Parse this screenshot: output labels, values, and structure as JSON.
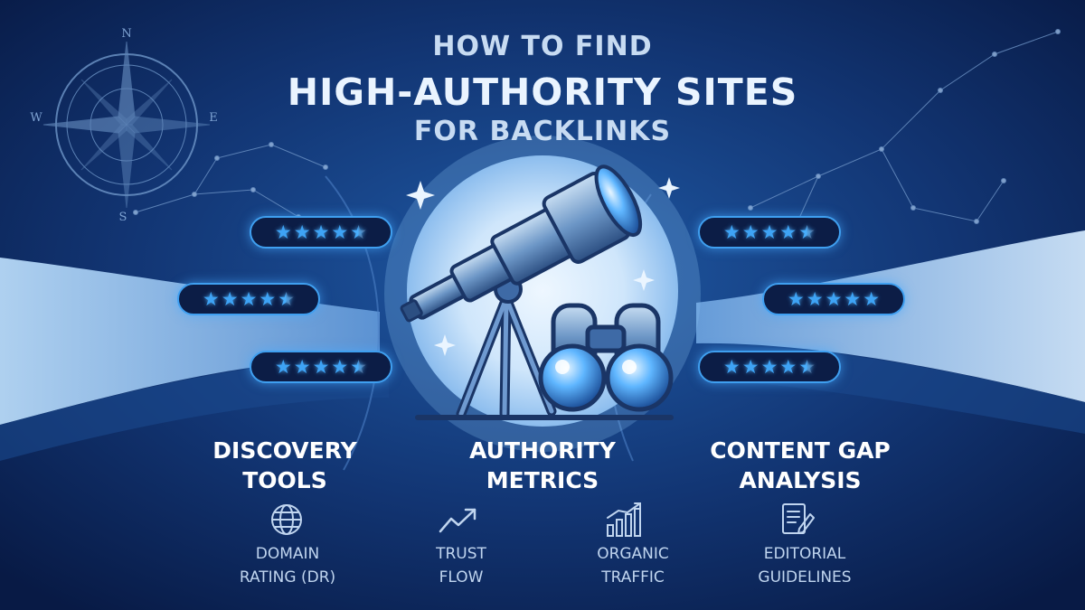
{
  "title": {
    "line1": "How to Find",
    "line2": "High-Authority Sites",
    "line3": "for Backlinks"
  },
  "compass": {
    "north": "N",
    "south": "S",
    "east": "E",
    "west": "W"
  },
  "ratings": {
    "left": [
      4.5,
      4.5,
      4.5
    ],
    "right": [
      4.5,
      5,
      4.5
    ],
    "max": 5
  },
  "categories": [
    {
      "line1": "Discovery",
      "line2": "Tools"
    },
    {
      "line1": "Authority",
      "line2": "Metrics"
    },
    {
      "line1": "Content Gap",
      "line2": "Analysis"
    }
  ],
  "metrics": [
    {
      "icon": "globe-icon",
      "line1": "Domain",
      "line2": "Rating (DR)"
    },
    {
      "icon": "trend-up-icon",
      "line1": "Trust",
      "line2": "Flow"
    },
    {
      "icon": "bar-chart-icon",
      "line1": "Organic",
      "line2": "Traffic"
    },
    {
      "icon": "document-pencil-icon",
      "line1": "Editorial",
      "line2": "Guidelines"
    }
  ],
  "colors": {
    "background": "#0b2150",
    "accent": "#3ea3f5",
    "glow": "#e6f2ff"
  }
}
